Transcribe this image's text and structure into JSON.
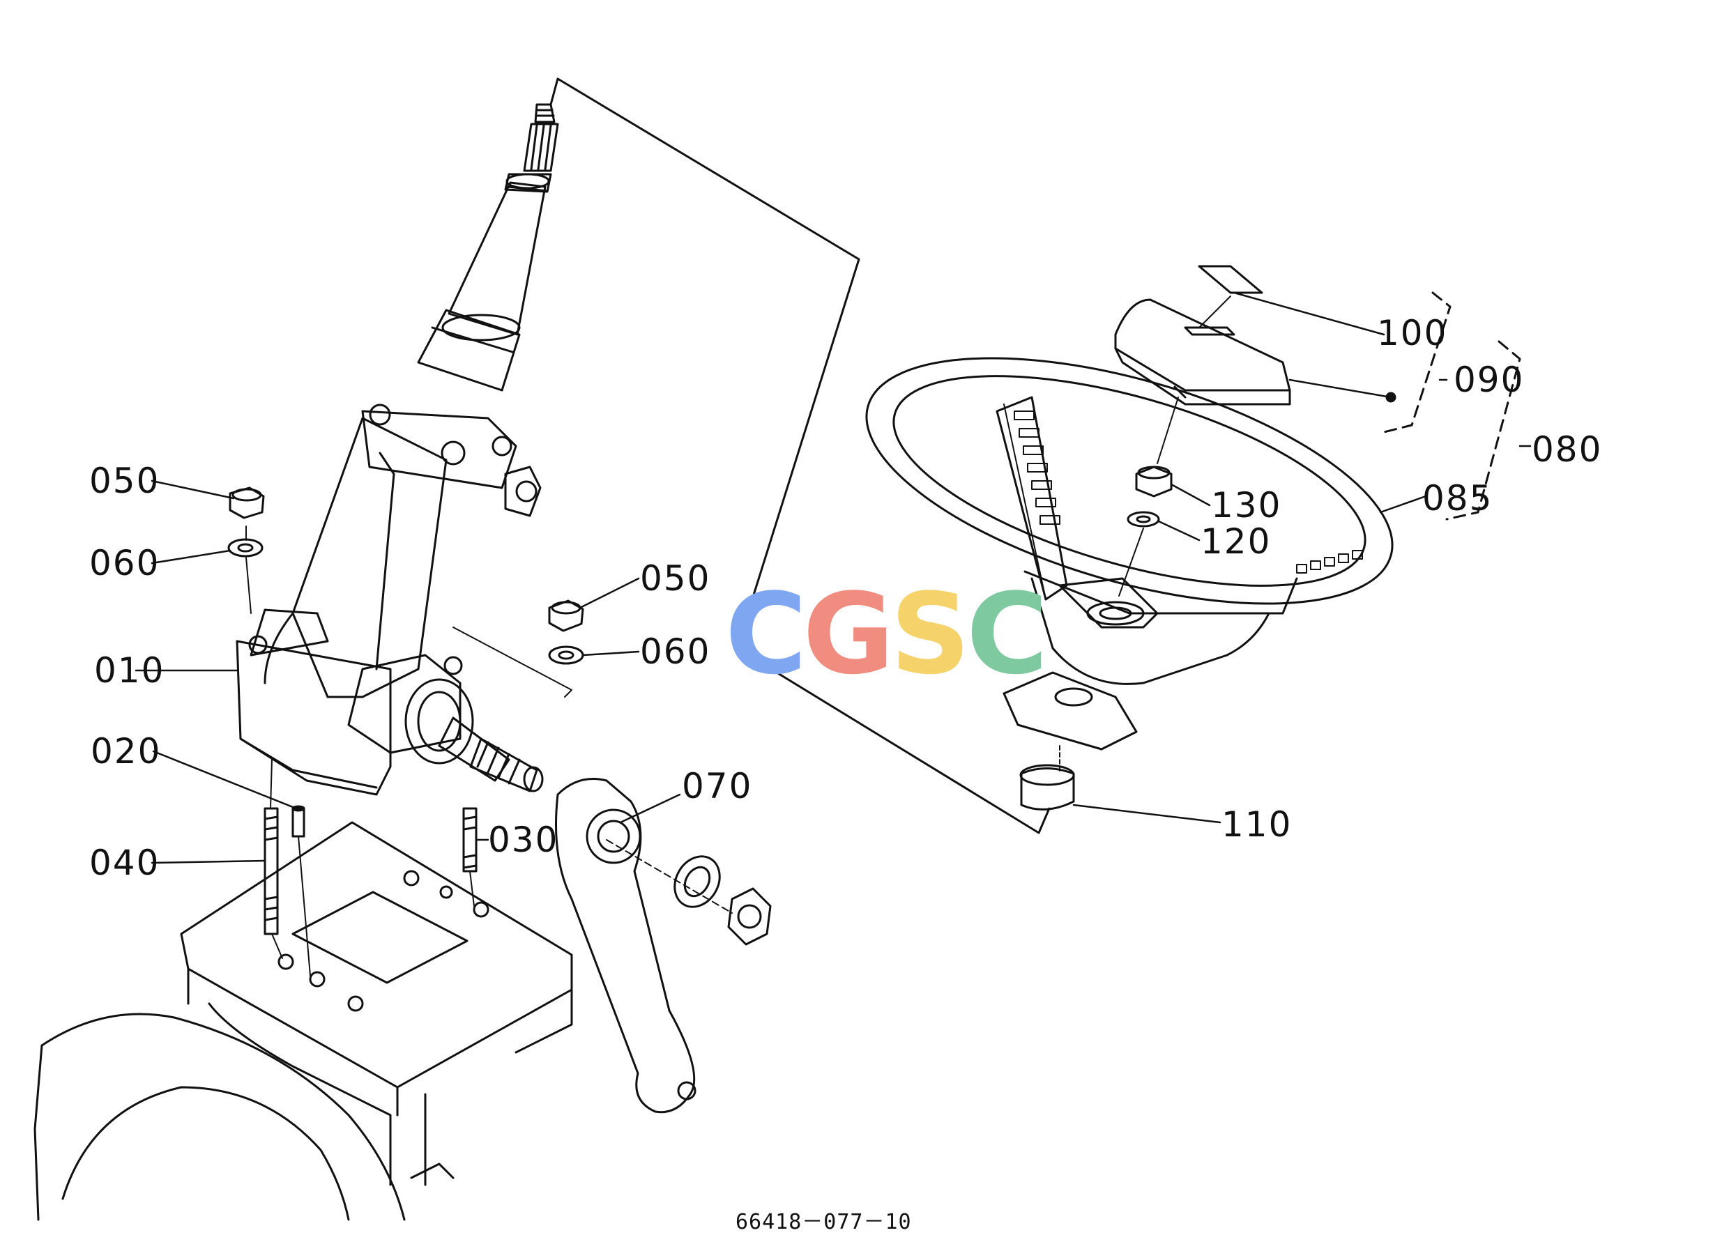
{
  "diagram": {
    "labels": {
      "p010": "010",
      "p020": "020",
      "p030": "030",
      "p040": "040",
      "p050_left": "050",
      "p050_right": "050",
      "p060_left": "060",
      "p060_right": "060",
      "p070": "070",
      "p080": "080",
      "p085": "085",
      "p090": "090",
      "p100": "100",
      "p110": "110",
      "p120": "120",
      "p130": "130"
    },
    "figure_code": "66418－077－10",
    "watermark": {
      "letters": [
        "C",
        "G",
        "S",
        "C"
      ],
      "colors": [
        "#7fa6f0",
        "#f08c80",
        "#f6d36a",
        "#7fc9a0"
      ]
    },
    "line_color": "#111111"
  }
}
